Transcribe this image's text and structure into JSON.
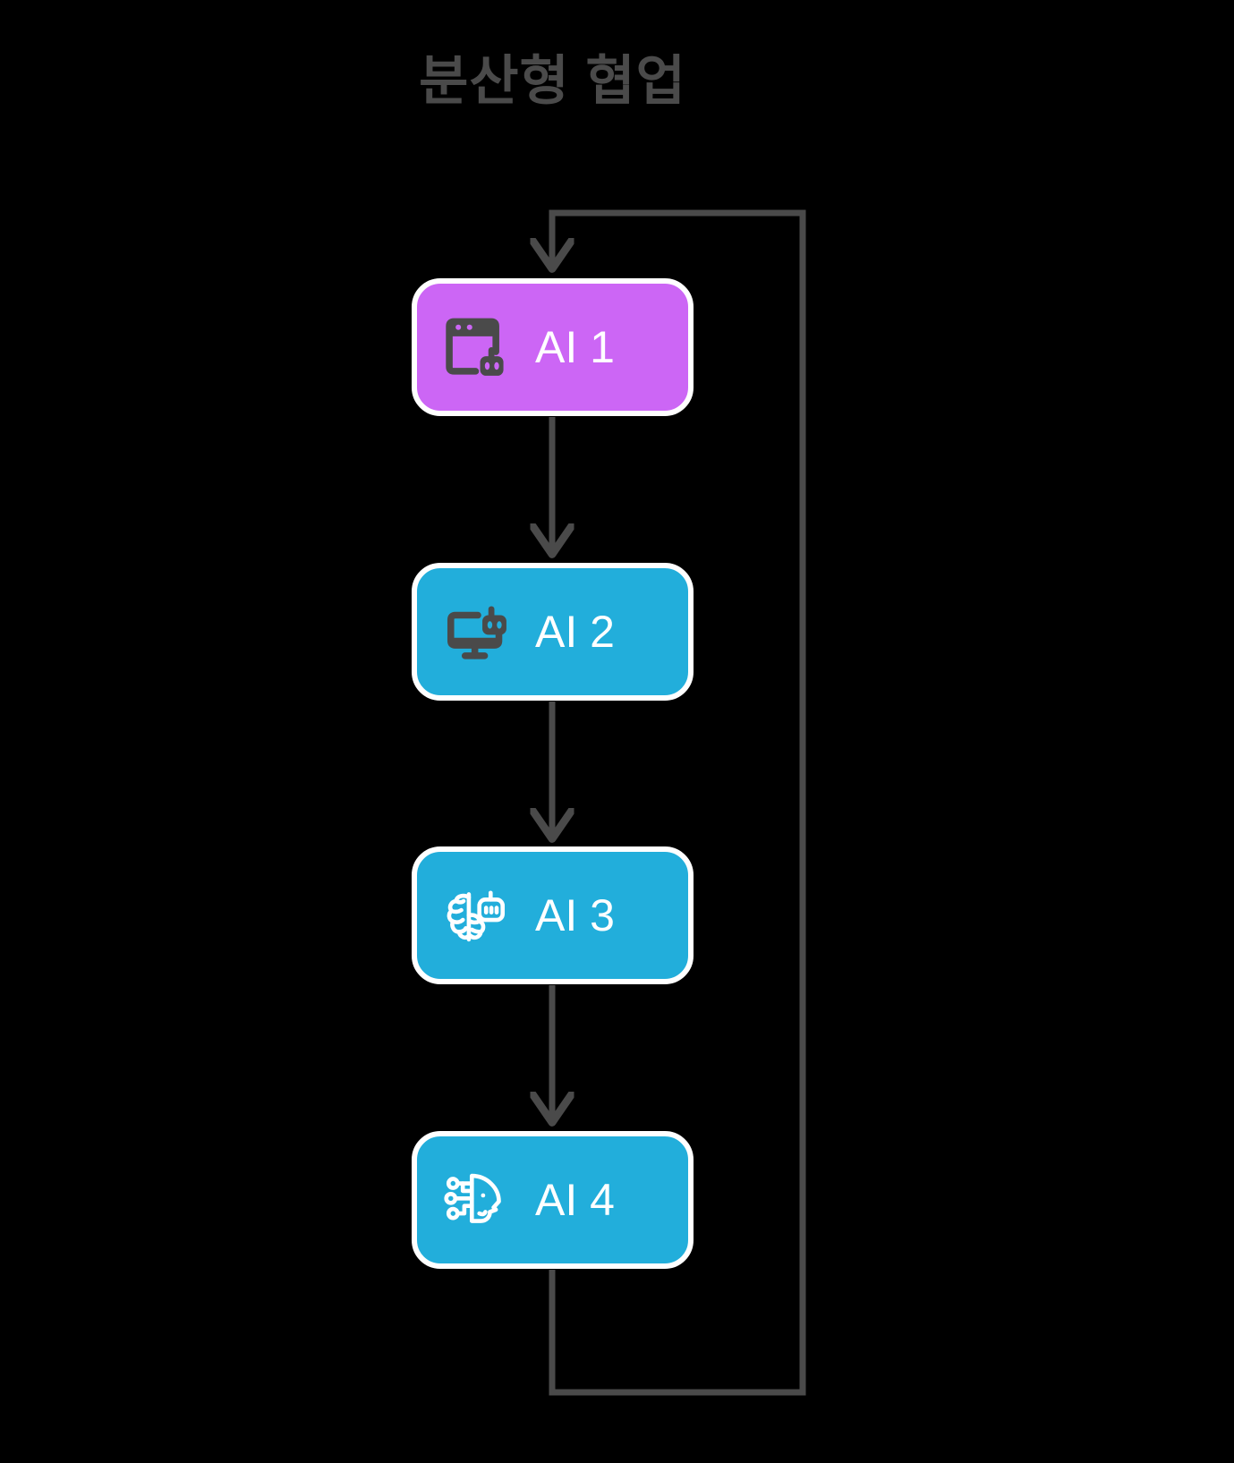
{
  "diagram": {
    "title": "분산형 협업",
    "type": "flowchart-vertical-loop",
    "background_color": "#000000",
    "title_color": "#4a4a4a",
    "connector_color": "#4a4a4a",
    "node_border_color": "#ffffff",
    "node_label_color": "#ffffff",
    "nodes": [
      {
        "id": "ai-1",
        "label": "AI 1",
        "icon": "browser-window-robot-icon",
        "icon_color": "#4a4a4a",
        "fill_color": "#cc66f5"
      },
      {
        "id": "ai-2",
        "label": "AI 2",
        "icon": "desktop-monitor-robot-icon",
        "icon_color": "#4a4a4a",
        "fill_color": "#22aedb"
      },
      {
        "id": "ai-3",
        "label": "AI 3",
        "icon": "brain-robot-icon",
        "icon_color": "#ffffff",
        "fill_color": "#22aedb"
      },
      {
        "id": "ai-4",
        "label": "AI 4",
        "icon": "ai-face-neural-nodes-icon",
        "icon_color": "#ffffff",
        "fill_color": "#22aedb"
      }
    ],
    "edges": [
      {
        "id": "edge-ai1-ai2",
        "from": "ai-1",
        "to": "ai-2",
        "label": "",
        "arrow": true
      },
      {
        "id": "edge-ai2-ai3",
        "from": "ai-2",
        "to": "ai-3",
        "label": "",
        "arrow": true
      },
      {
        "id": "edge-ai3-ai4",
        "from": "ai-3",
        "to": "ai-4",
        "label": "",
        "arrow": true
      },
      {
        "id": "edge-ai4-ai1-feedback",
        "from": "ai-4",
        "to": "ai-1",
        "label": "",
        "arrow": true,
        "style": "loop-back-right"
      }
    ]
  }
}
